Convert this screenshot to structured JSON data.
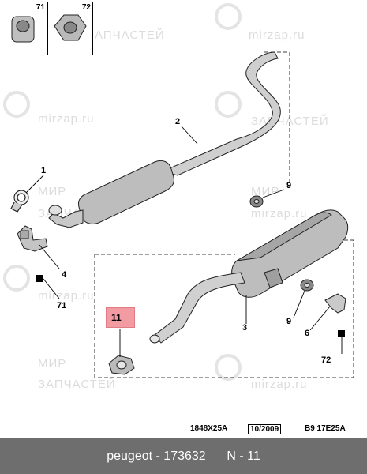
{
  "thumbnails": [
    {
      "number": "71"
    },
    {
      "number": "72"
    }
  ],
  "watermarks": [
    "mirzap.ru",
    "ЗАПЧАСТЕЙ",
    "mirzap.ru",
    "ЗАПЧАСТЕЙ",
    "МИР",
    "mirzap.ru",
    "МИР",
    "ЗАПЧАСТЕЙ",
    "mirzap.ru",
    "МИР",
    "ЗАПЧАСТЕЙ",
    "mirzap.ru"
  ],
  "callouts": {
    "c1": "1",
    "c2": "2",
    "c3": "3",
    "c4": "4",
    "c6": "6",
    "c9a": "9",
    "c9b": "9",
    "c71": "71",
    "c72": "72"
  },
  "highlight": {
    "label": "11",
    "color": "#f39ba2"
  },
  "footer": {
    "code_a": "1848X25A",
    "code_b": "10/2009",
    "code_c": "B9 17E25A"
  },
  "caption": {
    "brand": "peugeot",
    "part_number": "173632",
    "position": "N - 11"
  }
}
